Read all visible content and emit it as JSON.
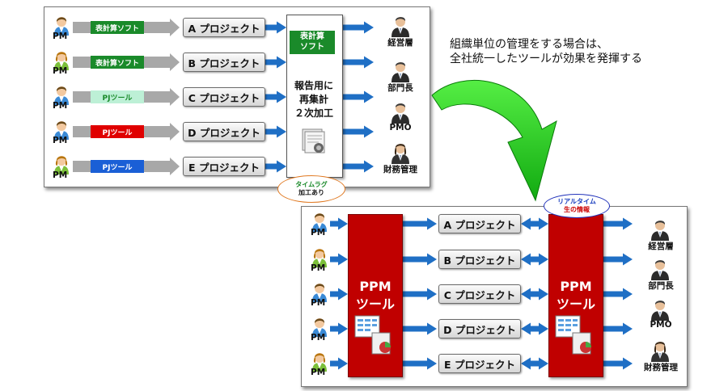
{
  "note": {
    "line1": "組織単位の管理をする場合は、",
    "line2": "全社統一したツールが効果を発揮する"
  },
  "top": {
    "rows": [
      {
        "pm": "PM",
        "tool": "表計算ソフト",
        "tool_color": "#1a8a2a",
        "project": "A プロジェクト",
        "person": "male"
      },
      {
        "pm": "PM",
        "tool": "表計算ソフト",
        "tool_color": "#1a8a2a",
        "project": "B プロジェクト",
        "person": "female"
      },
      {
        "pm": "PM",
        "tool": "PJツール",
        "tool_color": "#bdf0d6",
        "project": "C プロジェクト",
        "person": "male"
      },
      {
        "pm": "PM",
        "tool": "PJツール",
        "tool_color": "#e00000",
        "project": "D プロジェクト",
        "person": "male"
      },
      {
        "pm": "PM",
        "tool": "PJツール",
        "tool_color": "#1a5fd6",
        "project": "E プロジェクト",
        "person": "female"
      }
    ],
    "center": {
      "header_line1": "表計算",
      "header_line2": "ソフト",
      "body_line1": "報告用に",
      "body_line2": "再集計",
      "body_line3": "２次加工"
    },
    "lag": {
      "line1": "タイムラグ",
      "line2": "加工あり"
    },
    "roles": [
      "経営層",
      "部門長",
      "PMO",
      "財務管理"
    ]
  },
  "bottom": {
    "rows": [
      {
        "pm": "PM",
        "project": "A プロジェクト",
        "person": "male"
      },
      {
        "pm": "PM",
        "project": "B プロジェクト",
        "person": "female"
      },
      {
        "pm": "PM",
        "project": "C プロジェクト",
        "person": "male"
      },
      {
        "pm": "PM",
        "project": "D プロジェクト",
        "person": "male"
      },
      {
        "pm": "PM",
        "project": "E プロジェクト",
        "person": "female"
      }
    ],
    "left_tool": {
      "line1": "PPM",
      "line2": "ツール"
    },
    "right_tool": {
      "line1": "PPM",
      "line2": "ツール"
    },
    "realtime": {
      "line1": "リアルタイム",
      "line2": "生の情報"
    },
    "roles": [
      "経営層",
      "部門長",
      "PMO",
      "財務管理"
    ]
  },
  "colors": {
    "blue_arrow": "#1f6fc5",
    "gray_arrow": "#a8a8a8",
    "green_arrow": "#22cc22",
    "red_tool": "#c00000",
    "lag_border": "#e07820",
    "realtime_border": "#2233bb"
  }
}
